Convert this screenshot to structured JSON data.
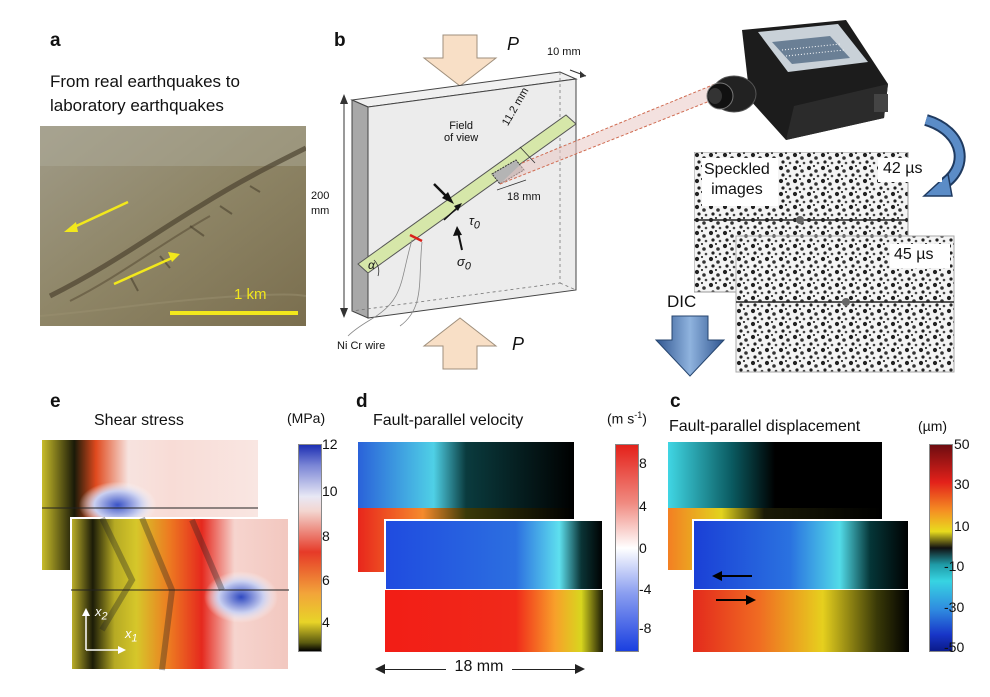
{
  "panels": {
    "a": {
      "letter": "a",
      "title_line1": "From real earthquakes to",
      "title_line2": "laboratory earthquakes",
      "scale_label": "1 km"
    },
    "b": {
      "letter": "b",
      "load_label": "P",
      "thickness": "10 mm",
      "height_line1": "200",
      "height_line2": "mm",
      "fov_line1": "Field",
      "fov_line2": "of view",
      "fov_height": "11.2 mm",
      "fov_width": "18 mm",
      "tau": "τ",
      "tau_sub": "0",
      "sigma": "σ",
      "sigma_sub": "0",
      "alpha": "α",
      "wire_label": "Ni Cr wire"
    },
    "speckle": {
      "label_line1": "Speckled",
      "label_line2": "images",
      "time1": "42 µs",
      "time2": "45 µs",
      "dic_label": "DIC"
    },
    "e": {
      "letter": "e",
      "title": "Shear stress",
      "unit": "(MPa)",
      "ticks": [
        "12",
        "10",
        "8",
        "6",
        "4"
      ],
      "axis_x2": "x",
      "axis_x2_sub": "2",
      "axis_x1": "x",
      "axis_x1_sub": "1"
    },
    "d": {
      "letter": "d",
      "title": "Fault-parallel velocity",
      "unit": "(m s",
      "unit_sup": "-1",
      "unit_close": ")",
      "ticks": [
        "8",
        "4",
        "0",
        "-4",
        "-8"
      ],
      "scale_label": "18 mm"
    },
    "c": {
      "letter": "c",
      "title": "Fault-parallel displacement",
      "unit": "(µm)",
      "ticks": [
        "50",
        "30",
        "10",
        "-10",
        "-30",
        "-50"
      ]
    }
  }
}
